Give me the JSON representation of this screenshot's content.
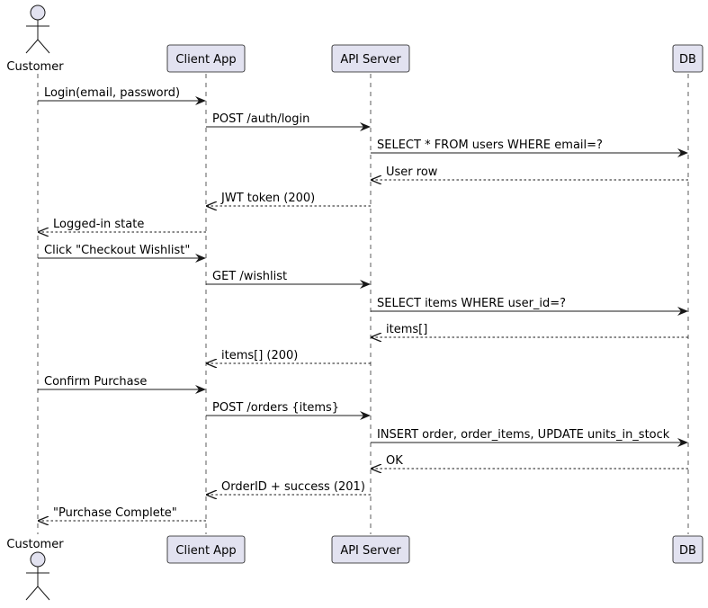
{
  "participants": [
    {
      "id": "customer",
      "label": "Customer",
      "kind": "actor"
    },
    {
      "id": "client",
      "label": "Client App",
      "kind": "participant"
    },
    {
      "id": "api",
      "label": "API Server",
      "kind": "participant"
    },
    {
      "id": "db",
      "label": "DB",
      "kind": "participant"
    }
  ],
  "messages": [
    {
      "from": "customer",
      "to": "client",
      "label": "Login(email, password)",
      "style": "sync"
    },
    {
      "from": "client",
      "to": "api",
      "label": "POST /auth/login",
      "style": "sync"
    },
    {
      "from": "api",
      "to": "db",
      "label": "SELECT * FROM users WHERE email=?",
      "style": "sync"
    },
    {
      "from": "db",
      "to": "api",
      "label": "User row",
      "style": "return"
    },
    {
      "from": "api",
      "to": "client",
      "label": "JWT token (200)",
      "style": "return"
    },
    {
      "from": "client",
      "to": "customer",
      "label": "Logged-in state",
      "style": "return"
    },
    {
      "from": "customer",
      "to": "client",
      "label": "Click \"Checkout Wishlist\"",
      "style": "sync"
    },
    {
      "from": "client",
      "to": "api",
      "label": "GET /wishlist",
      "style": "sync"
    },
    {
      "from": "api",
      "to": "db",
      "label": "SELECT items WHERE user_id=?",
      "style": "sync"
    },
    {
      "from": "db",
      "to": "api",
      "label": "items[]",
      "style": "return"
    },
    {
      "from": "api",
      "to": "client",
      "label": "items[] (200)",
      "style": "return"
    },
    {
      "from": "customer",
      "to": "client",
      "label": "Confirm Purchase",
      "style": "sync"
    },
    {
      "from": "client",
      "to": "api",
      "label": "POST /orders {items}",
      "style": "sync"
    },
    {
      "from": "api",
      "to": "db",
      "label": "INSERT order, order_items, UPDATE units_in_stock",
      "style": "sync"
    },
    {
      "from": "db",
      "to": "api",
      "label": "OK",
      "style": "return"
    },
    {
      "from": "api",
      "to": "client",
      "label": "OrderID + success (201)",
      "style": "return"
    },
    {
      "from": "client",
      "to": "customer",
      "label": "\"Purchase Complete\"",
      "style": "return"
    }
  ],
  "colors": {
    "box_fill": "#e2e2f0",
    "box_stroke": "#181818",
    "lifeline": "#181818",
    "arrow": "#181818",
    "text": "#000000"
  }
}
